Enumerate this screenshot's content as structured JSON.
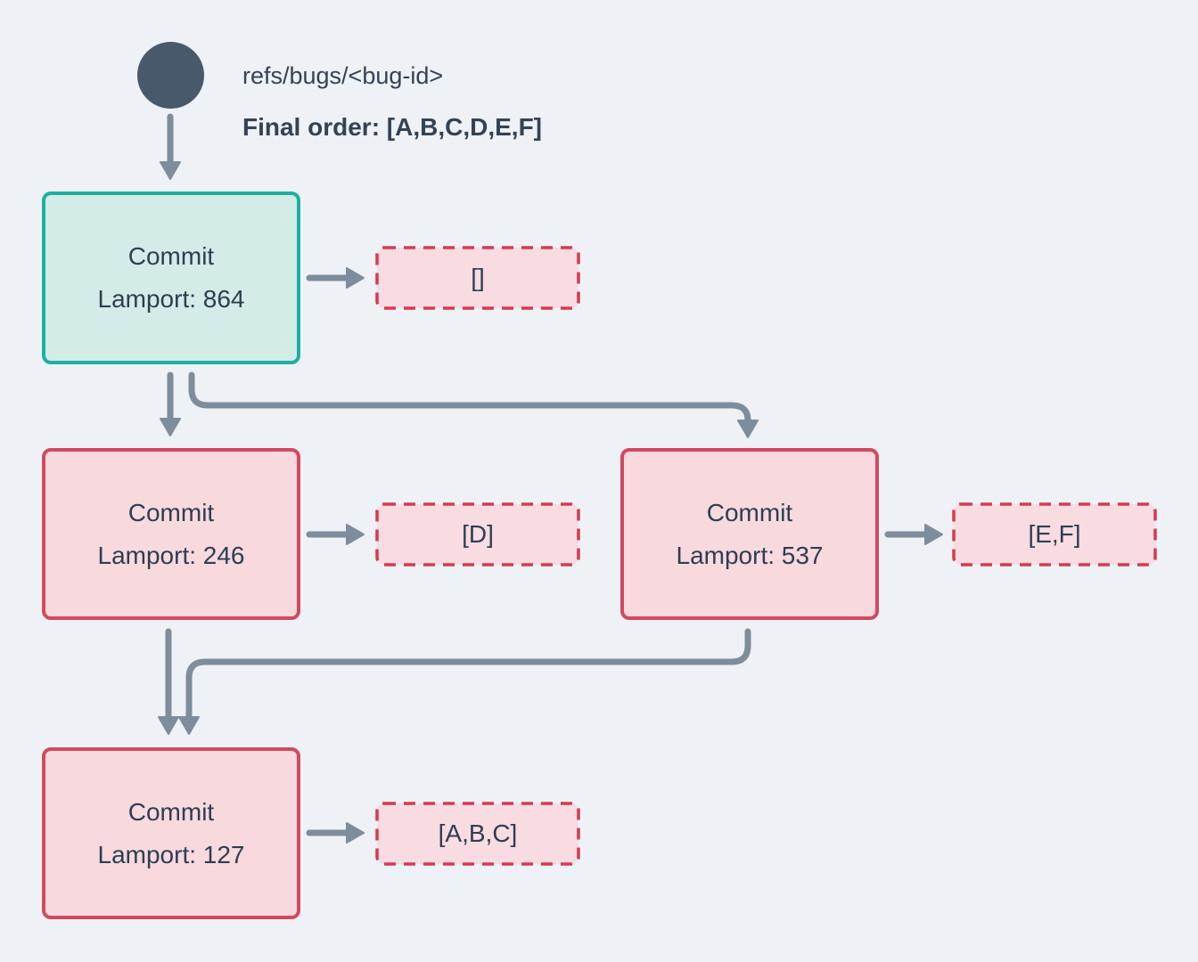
{
  "header": {
    "ref_label": "refs/bugs/<bug-id>",
    "final_order": "Final order: [A,B,C,D,E,F]"
  },
  "nodes": [
    {
      "id": "commit-864",
      "title": "Commit",
      "lamport": "Lamport: 864",
      "variant": "teal"
    },
    {
      "id": "commit-246",
      "title": "Commit",
      "lamport": "Lamport: 246",
      "variant": "rose"
    },
    {
      "id": "commit-537",
      "title": "Commit",
      "lamport": "Lamport: 537",
      "variant": "rose"
    },
    {
      "id": "commit-127",
      "title": "Commit",
      "lamport": "Lamport: 127",
      "variant": "rose"
    }
  ],
  "payloads": [
    {
      "id": "payload-864",
      "label": "[]"
    },
    {
      "id": "payload-246",
      "label": "[D]"
    },
    {
      "id": "payload-537",
      "label": "[E,F]"
    },
    {
      "id": "payload-127",
      "label": "[A,B,C]"
    }
  ],
  "edges": [
    {
      "from": "ref",
      "to": "commit-864"
    },
    {
      "from": "commit-864",
      "to": "payload-864"
    },
    {
      "from": "commit-864",
      "to": "commit-246"
    },
    {
      "from": "commit-864",
      "to": "commit-537"
    },
    {
      "from": "commit-246",
      "to": "payload-246"
    },
    {
      "from": "commit-537",
      "to": "payload-537"
    },
    {
      "from": "commit-246",
      "to": "commit-127"
    },
    {
      "from": "commit-537",
      "to": "commit-127"
    },
    {
      "from": "commit-127",
      "to": "payload-127"
    }
  ],
  "colors": {
    "background": "#eef1f5",
    "ref_circle": "#48596b",
    "heading_text": "#334356",
    "node_text": "#2e3e50",
    "arrow": "#7d8d9c",
    "teal_border": "#1cb0a1",
    "teal_fill": "#d3ece8",
    "rose_border": "#d24a5f",
    "rose_fill": "#f7d9de",
    "dashed_border": "#d53a53",
    "dashed_fill": "#f8dce1"
  }
}
